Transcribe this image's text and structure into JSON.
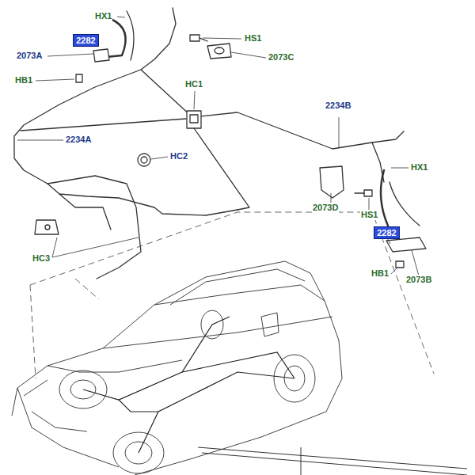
{
  "diagram": {
    "nodes": [
      {
        "text": [
          "2282"
        ]
      },
      {
        "text": [
          "2282"
        ]
      }
    ],
    "labels": [
      "HX1",
      "2073A",
      "HB1",
      "HS1",
      "2073C",
      "HC1",
      "2234B",
      "2234A",
      "HC2",
      "HX1",
      "2073D",
      "HS1",
      "HC3",
      "HB1",
      "2073B"
    ]
  }
}
